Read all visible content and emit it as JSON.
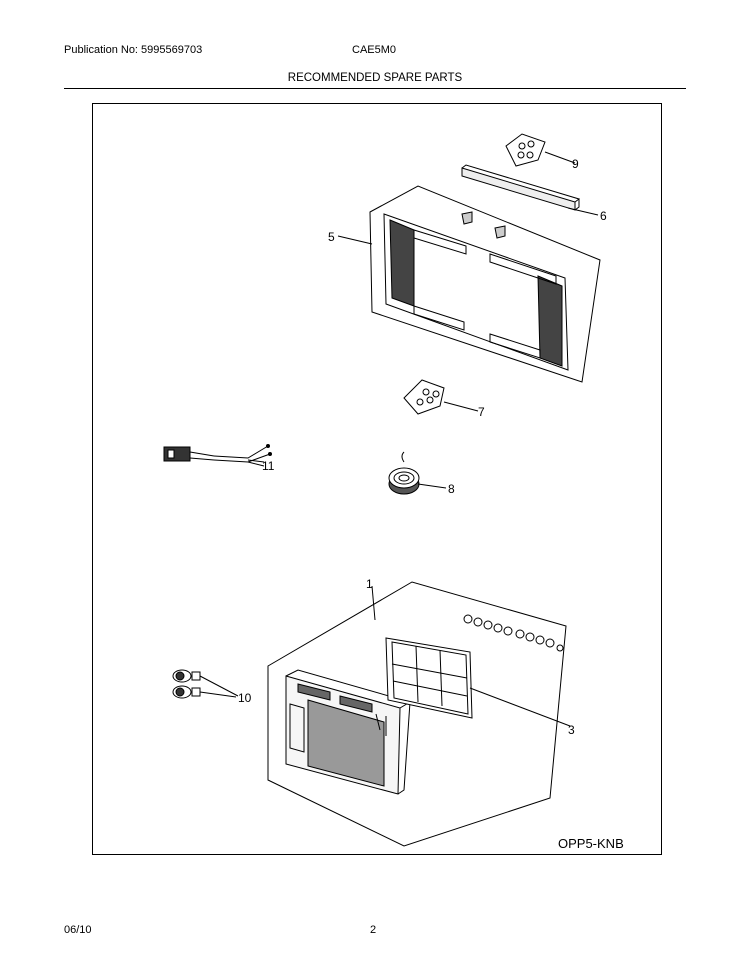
{
  "header": {
    "publication_no": "Publication No: 5995569703",
    "model": "CAE5M0",
    "title": "RECOMMENDED SPARE PARTS"
  },
  "diagram": {
    "code": "OPP5-KNB",
    "callouts": [
      "1",
      "3",
      "5",
      "6",
      "7",
      "8",
      "9",
      "10",
      "11"
    ]
  },
  "footer": {
    "date": "06/10",
    "page": "2"
  }
}
